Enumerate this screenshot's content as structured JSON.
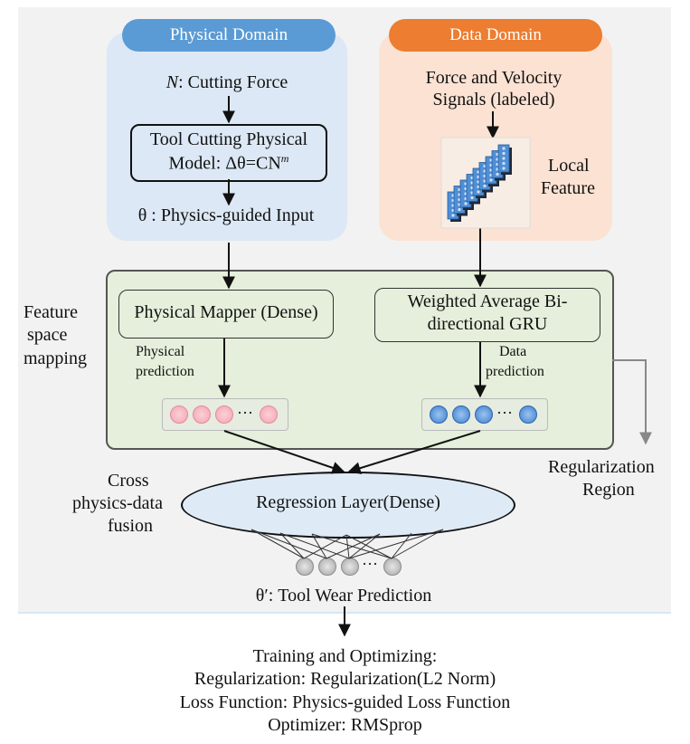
{
  "physical_domain": {
    "title": "Physical Domain",
    "input_label": "N: Cutting Force",
    "model_line1": "Tool Cutting Physical",
    "model_line2": "Model: Δθ=CN",
    "model_exponent": "m",
    "output_label": "θ : Physics-guided Input"
  },
  "data_domain": {
    "title": "Data Domain",
    "input_line1": "Force and Velocity",
    "input_line2": "Signals (labeled)",
    "feature_line1": "Local",
    "feature_line2": "Feature"
  },
  "feature_space": {
    "side_label": [
      "Feature",
      "space",
      "mapping"
    ],
    "physical_mapper": "Physical Mapper (Dense)",
    "gru_line1": "Weighted Average Bi-",
    "gru_line2": "directional GRU",
    "physical_prediction": [
      "Physical",
      "prediction"
    ],
    "data_prediction": [
      "Data",
      "prediction"
    ],
    "ellipsis": "···"
  },
  "regularization": {
    "line1": "Regularization",
    "line2": "Region"
  },
  "fusion": {
    "side_label": [
      "Cross",
      "physics-data",
      "fusion"
    ],
    "regression_layer": "Regression Layer(Dense)",
    "ellipsis": "···",
    "output_label": "θ′: Tool Wear Prediction"
  },
  "training": {
    "title": "Training and Optimizing:",
    "regularization": "Regularization: Regularization(L2 Norm)",
    "loss": "Loss Function:  Physics-guided Loss Function",
    "optimizer": "Optimizer:  RMSprop"
  },
  "colors": {
    "physical_accent": "#5b9bd5",
    "data_accent": "#ed7d31",
    "physical_bg": "#dce8f5",
    "data_bg": "#fbe2d3",
    "feature_bg": "#e5efdb",
    "fusion_bg": "#deebf7"
  }
}
